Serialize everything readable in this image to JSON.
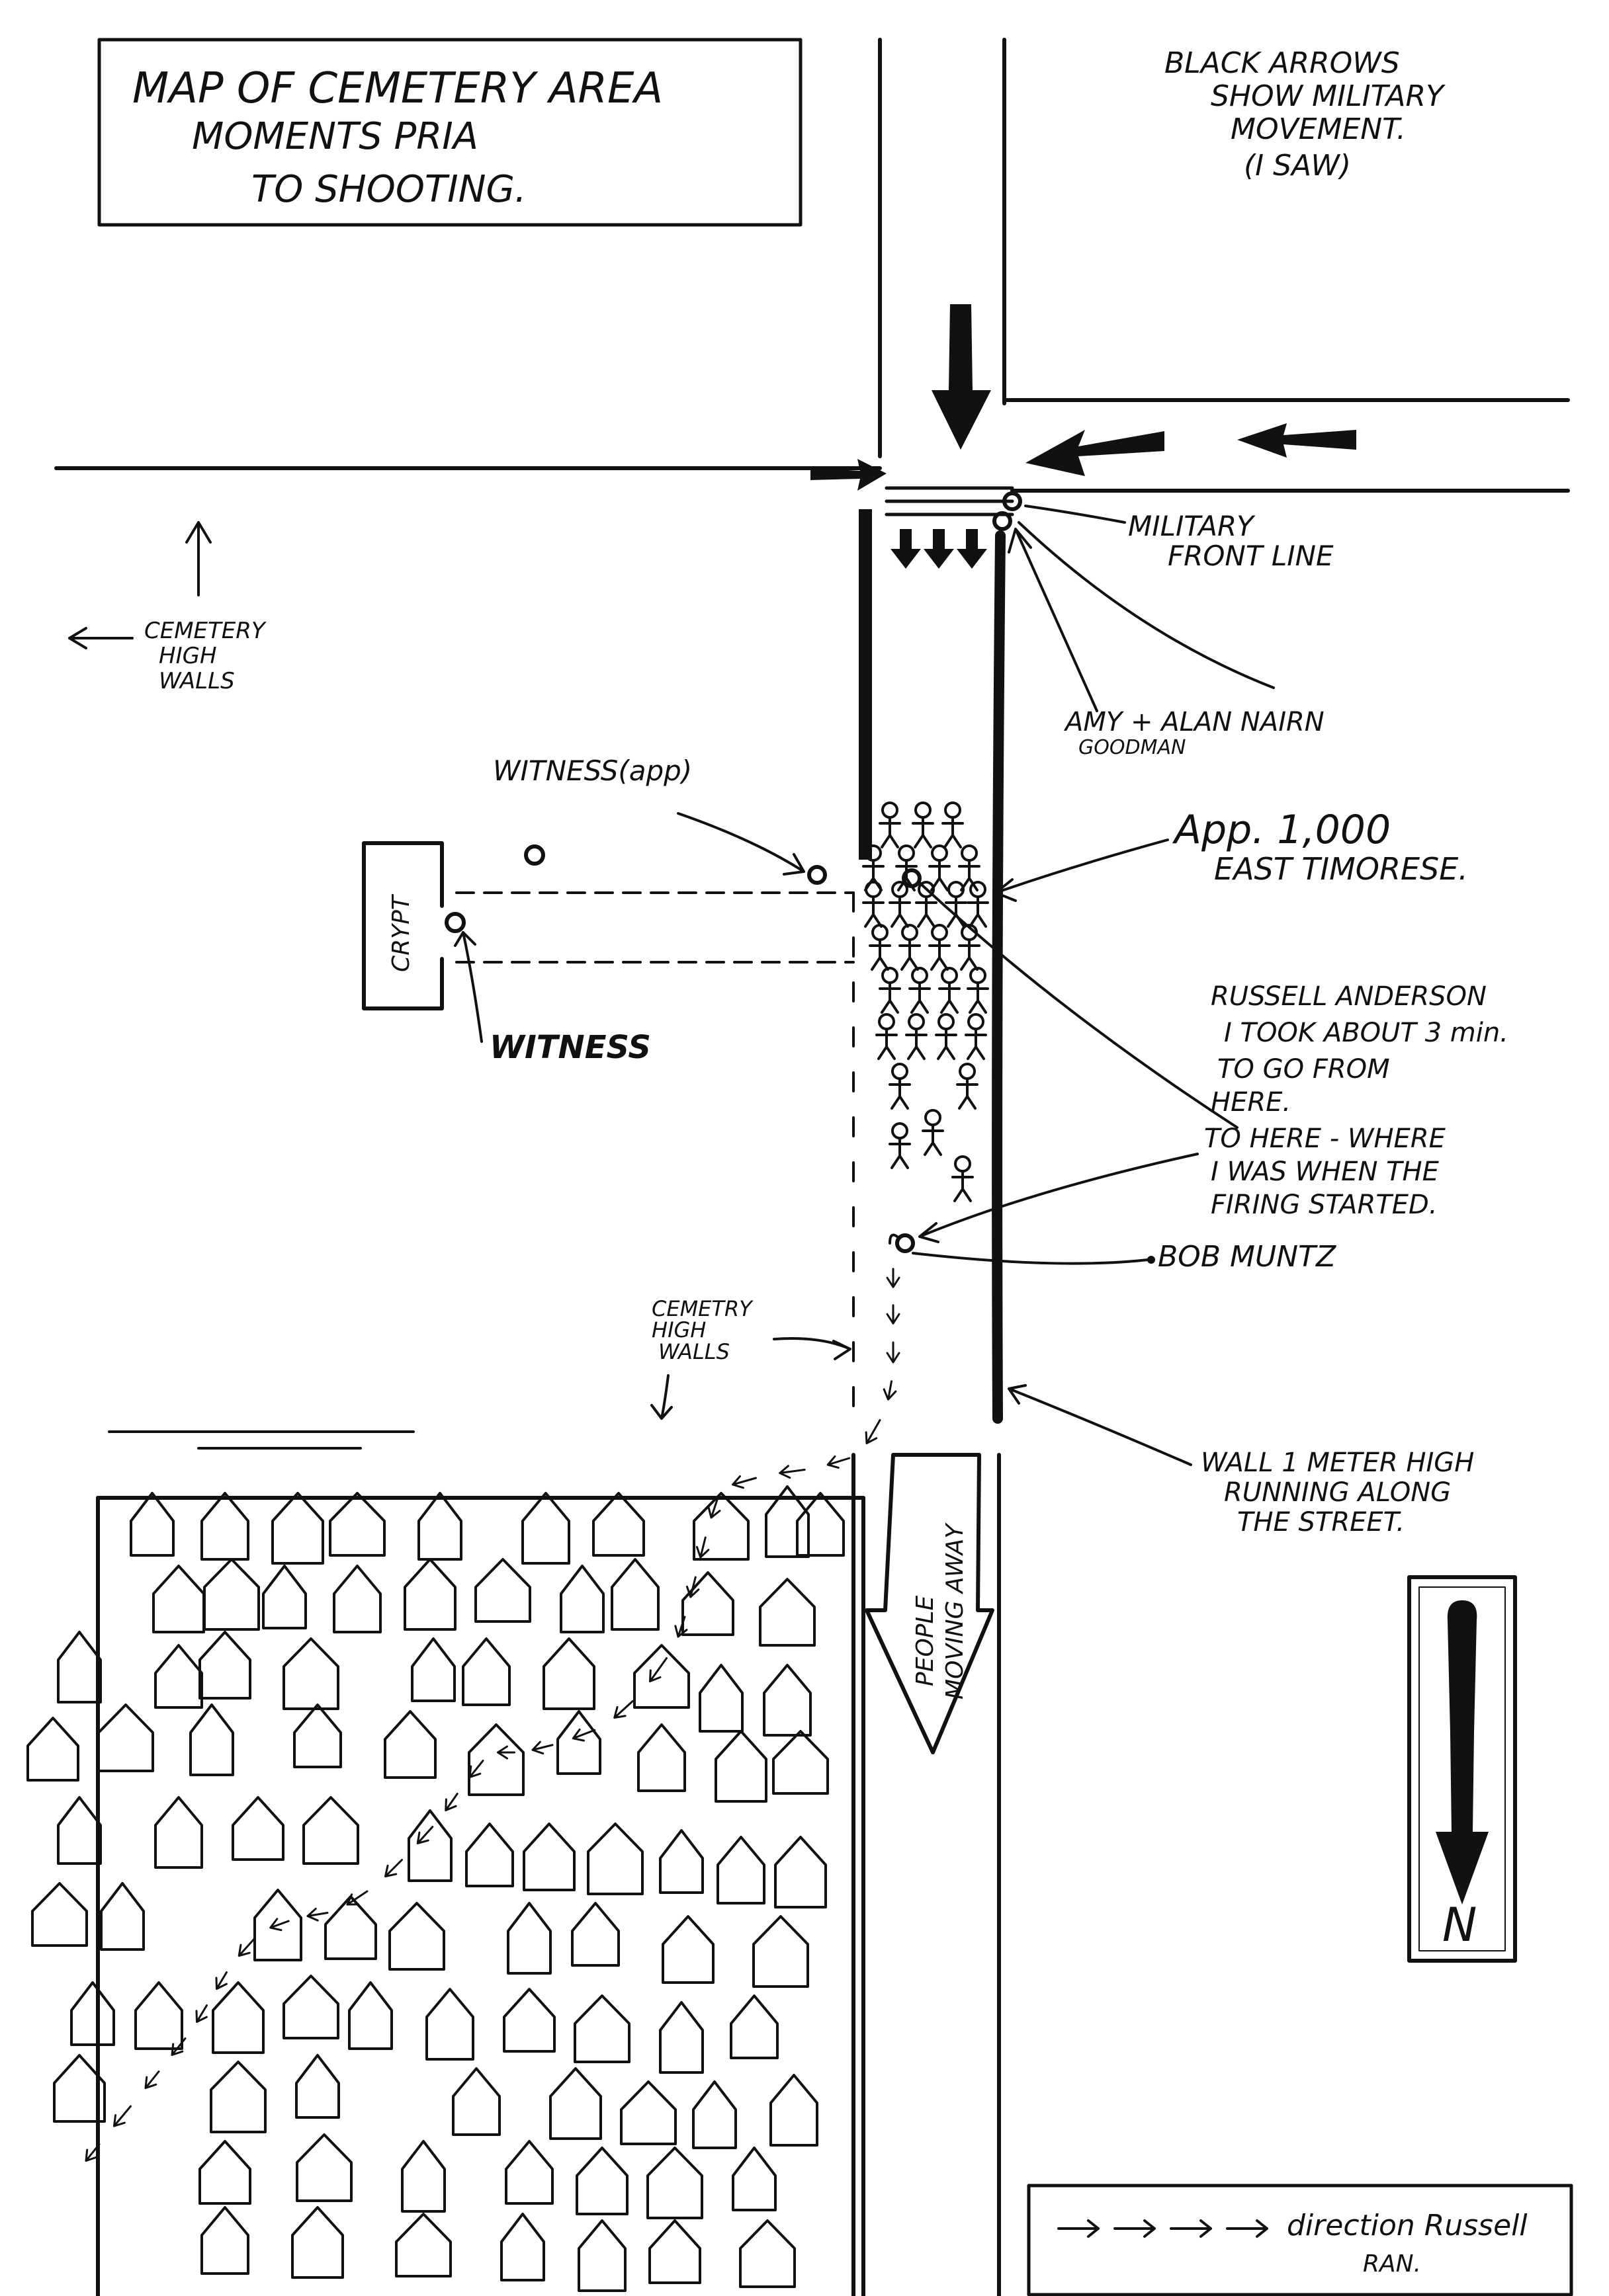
{
  "title": {
    "line1": "MAP OF CEMETERY AREA",
    "line2": "MOMENTS PRIA",
    "line3": "TO SHOOTING."
  },
  "legend_arrows": {
    "line1": "BLACK ARROWS",
    "line2": "SHOW MILITARY",
    "line3": "MOVEMENT.",
    "line4": "(I SAW)"
  },
  "labels": {
    "military_front_line_1": "MILITARY",
    "military_front_line_2": "FRONT LINE",
    "journalists_1": "AMY + ALAN NAIRN",
    "journalists_2": "GOODMAN",
    "crowd_1": "App. 1,000",
    "crowd_2": "EAST TIMORESE.",
    "witness_app": "WITNESS(app)",
    "crypt": "CRYPT",
    "witness": "WITNESS",
    "cemetery_walls_top_1": "CEMETERY",
    "cemetery_walls_top_2": "HIGH",
    "cemetery_walls_top_3": "WALLS",
    "cemetery_walls_bottom_1": "CEMETRY",
    "cemetery_walls_bottom_2": "HIGH",
    "cemetery_walls_bottom_3": "WALLS",
    "russell_1": "RUSSELL ANDERSON",
    "russell_2": "I TOOK ABOUT 3 min.",
    "russell_3": "TO GO FROM",
    "russell_4": "HERE.",
    "russell_5": "TO HERE - WHERE",
    "russell_6": "I WAS WHEN THE",
    "russell_7": "FIRING STARTED.",
    "bob_muntz": "BOB MUNTZ",
    "wall_1": "WALL 1 METER HIGH",
    "wall_2": "RUNNING ALONG",
    "wall_3": "THE STREET.",
    "people_1": "PEOPLE",
    "people_2": "MOVING AWAY",
    "north": "N",
    "route_legend_1": "direction Russell",
    "route_legend_2": "RAN."
  },
  "icons": {
    "military_arrow": "solid-black-arrow-icon",
    "russell_route": "dashed-small-arrow-icon",
    "north_arrow": "north-arrow-icon",
    "person": "stick-figure-icon",
    "house": "house-icon",
    "witness_marker": "circle-marker-icon"
  },
  "colors": {
    "ink": "#111111",
    "paper": "#ffffff"
  }
}
